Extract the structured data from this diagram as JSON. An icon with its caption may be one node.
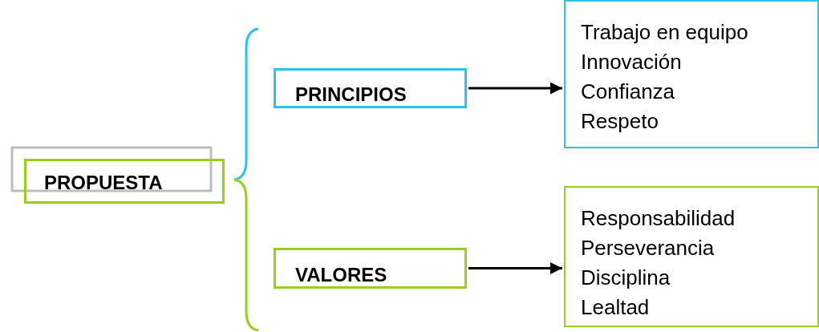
{
  "diagram": {
    "nodes": [
      {
        "text": [
          "PROPUESTA"
        ]
      },
      {
        "text": [
          "PRINCIPIOS"
        ]
      },
      {
        "text": [
          "VALORES"
        ]
      },
      {
        "text": [
          "Trabajo en equipo",
          "Innovación",
          "Confianza",
          "Respeto"
        ]
      },
      {
        "text": [
          "Responsabilidad",
          "Perseverancia",
          "Disciplina",
          "Lealtad"
        ]
      }
    ],
    "edges": [
      {
        "from": 1,
        "to": 3,
        "arrow": "to"
      },
      {
        "from": 2,
        "to": 4,
        "arrow": "to"
      }
    ]
  }
}
